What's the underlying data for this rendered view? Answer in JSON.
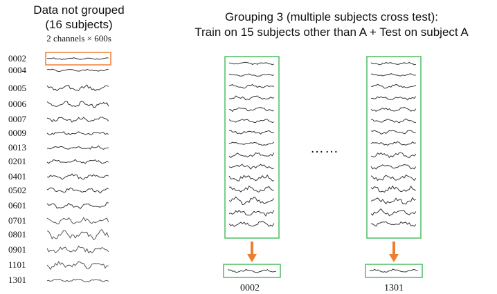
{
  "left_panel": {
    "title_line1": "Data not grouped",
    "title_line2": "(16 subjects)",
    "subtitle": "2 channels × 600s",
    "subjects": [
      "0002",
      "0004",
      "0005",
      "0006",
      "0007",
      "0009",
      "0013",
      "0201",
      "0401",
      "0502",
      "0601",
      "0701",
      "0801",
      "0901",
      "1101",
      "1301"
    ],
    "highlight_color": "#ed7d31"
  },
  "right_panel": {
    "title_line1": "Grouping 3 (multiple subjects cross test):",
    "title_line2": "Train on 15 subjects other than A + Test on subject A",
    "ellipsis": "……",
    "train_box_color": "#4cbd62",
    "arrow_color": "#ed7d31",
    "folds": [
      {
        "test_subject": "0002"
      },
      {
        "test_subject": "1301"
      }
    ]
  }
}
